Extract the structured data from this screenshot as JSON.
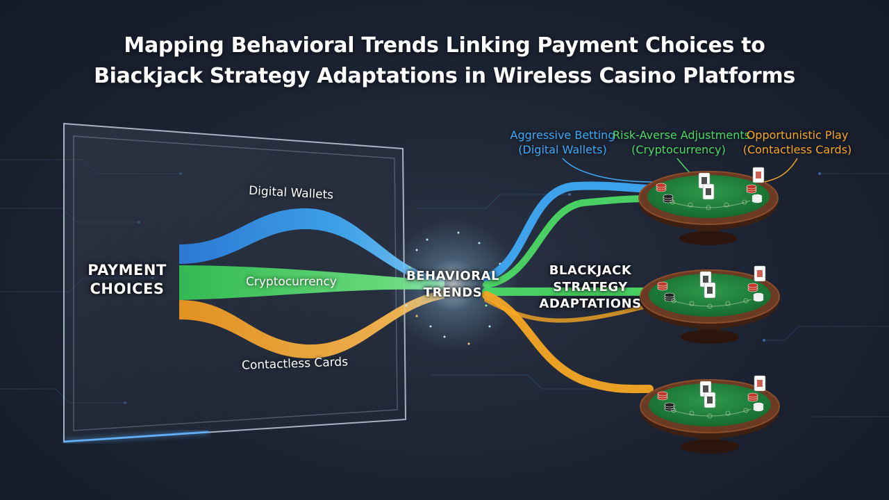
{
  "title": {
    "line1": "Mapping Behavioral Trends Linking Payment Choices to",
    "line2": "Biackjack Strategy Adaptations in Wireless Casino Platforms"
  },
  "nodes": {
    "payment": {
      "line1": "PAYMENT",
      "line2": "CHOICES"
    },
    "behavioral": {
      "line1": "BEHAVIORAL",
      "line2": "TRENDS"
    },
    "blackjack": {
      "line1": "BLACKJACK",
      "line2": "STRATEGY",
      "line3": "ADAPTATIONS"
    }
  },
  "flows": {
    "digital_wallets": "Digital Wallets",
    "cryptocurrency": "Cryptocurrency",
    "contactless_cards": "Contactless Cards"
  },
  "strategies": [
    {
      "line1": "Aggressive Betting",
      "line2": "(Digital Wallets)",
      "color": "#3fa9f5"
    },
    {
      "line1": "Risk-Averse Adjustments",
      "line2": "(Cryptocurrency)",
      "color": "#4cd964"
    },
    {
      "line1": "Opportunistic Play",
      "line2": "(Contactless Cards)",
      "color": "#f5a623"
    }
  ],
  "colors": {
    "blue": "#3fa9f5",
    "green": "#4cd964",
    "orange": "#f5a623",
    "felt": "#1f7a3a",
    "rail": "#6b3a22"
  }
}
